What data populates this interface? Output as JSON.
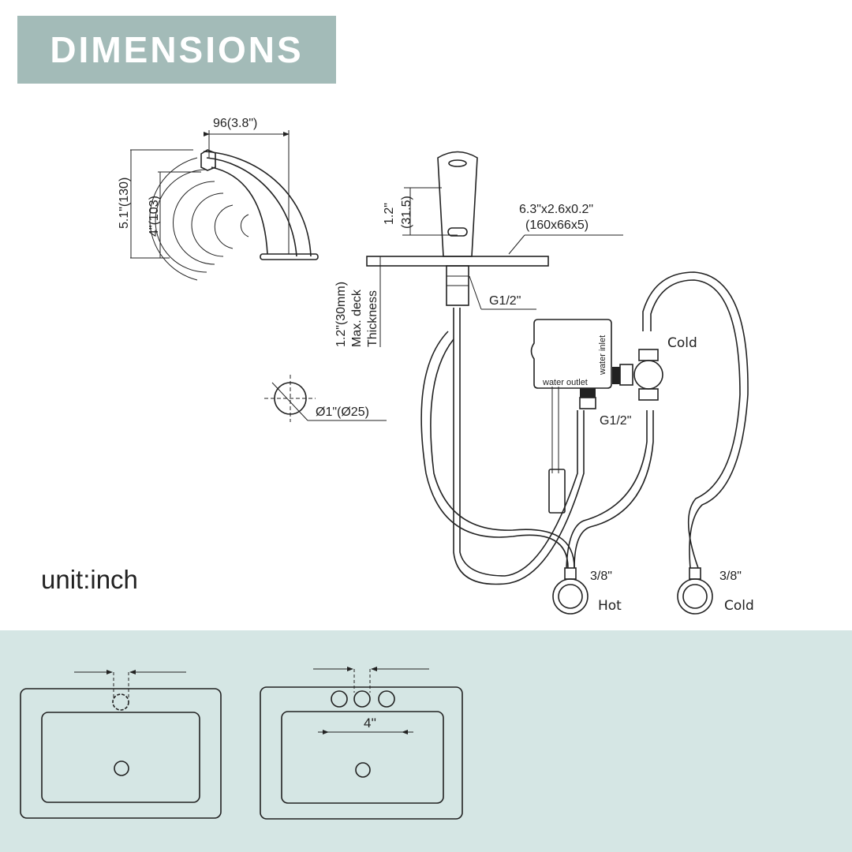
{
  "header": {
    "title": "DIMENSIONS"
  },
  "unit_label": "unit:inch",
  "side_view": {
    "width": "96(3.8\")",
    "total_height": "5.1\"(130)",
    "spout_height": "4\"(103)"
  },
  "front_view": {
    "sensor_height": "1.2\"",
    "sensor_height_mm": "(31.5)",
    "deck_plate": "6.3\"x2.6x0.2\"",
    "deck_plate_mm": "(160x66x5)",
    "deck_thickness_line1": "1.2\"(30mm)",
    "deck_thickness_line2": "Max. deck",
    "deck_thickness_line3": "Thickness",
    "thread_top": "G1/2\"",
    "hole_diameter": "Ø1\"(Ø25)"
  },
  "control_box": {
    "inlet_label": "water inlet",
    "outlet_label": "water outlet",
    "thread": "G1/2\"",
    "cold_label": "Cold"
  },
  "supply": {
    "hot_size": "3/8\"",
    "hot_label": "Hot",
    "cold_size": "3/8\"",
    "cold_label": "Cold"
  },
  "basins": {
    "spacing_label": "4''"
  },
  "colors": {
    "header_bg": "#a3bbb8",
    "bottom_bg": "#d5e6e4",
    "line": "#222222"
  }
}
